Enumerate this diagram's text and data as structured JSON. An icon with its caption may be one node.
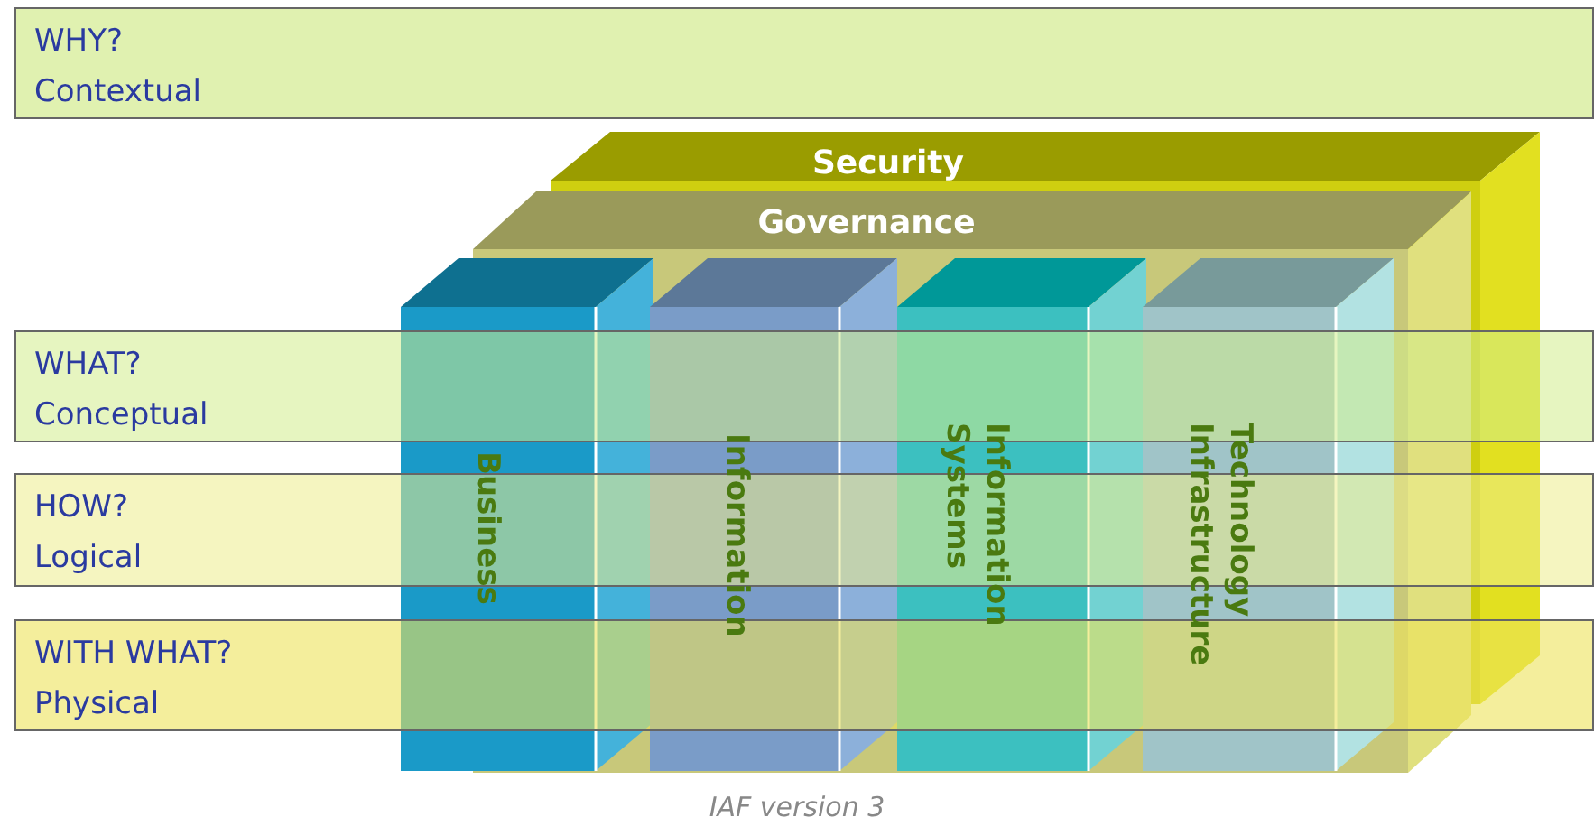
{
  "diagram": {
    "caption": "IAF version 3",
    "nodes": [
      {
        "text": [
          "WHY?",
          "Contextual"
        ]
      },
      {
        "text": [
          "Security"
        ]
      },
      {
        "text": [
          "Governance"
        ]
      },
      {
        "text": [
          "Business"
        ]
      },
      {
        "text": [
          "Information"
        ]
      },
      {
        "text": [
          "Information Systems"
        ]
      },
      {
        "text": [
          "Technology Infrastructure"
        ]
      },
      {
        "text": [
          "WHAT?",
          "Conceptual"
        ]
      },
      {
        "text": [
          "HOW?",
          "Logical"
        ]
      },
      {
        "text": [
          "WITH WHAT?",
          "Physical"
        ]
      }
    ]
  }
}
